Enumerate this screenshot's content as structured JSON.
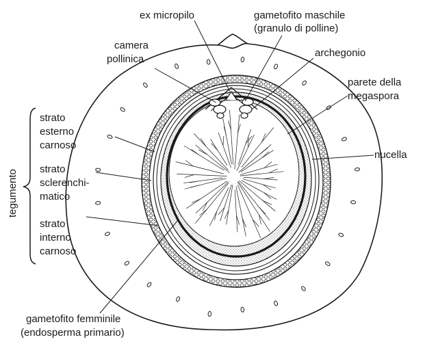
{
  "labels": {
    "ex_micropilo": "ex micropilo",
    "gametofito_maschile_1": "gametofito maschile",
    "gametofito_maschile_2": "(granulo di polline)",
    "camera_pollinica_1": "camera",
    "camera_pollinica_2": "pollinica",
    "archegonio": "archegonio",
    "parete_megaspora_1": "parete della",
    "parete_megaspora_2": "megaspora",
    "nucella": "nucella",
    "strato_esterno_1": "strato",
    "strato_esterno_2": "esterno",
    "strato_esterno_3": "carnoso",
    "strato_sclerenchimatico_1": "strato",
    "strato_sclerenchimatico_2": "sclerenchi-",
    "strato_sclerenchimatico_3": "matico",
    "strato_interno_1": "strato",
    "strato_interno_2": "interno",
    "strato_interno_3": "carnoso",
    "tegumento": "tegumento",
    "gametofito_femminile_1": "gametofito femminile",
    "gametofito_femminile_2": "(endosperma primario)"
  },
  "colors": {
    "ink": "#1a1a1a",
    "paper": "#ffffff"
  }
}
